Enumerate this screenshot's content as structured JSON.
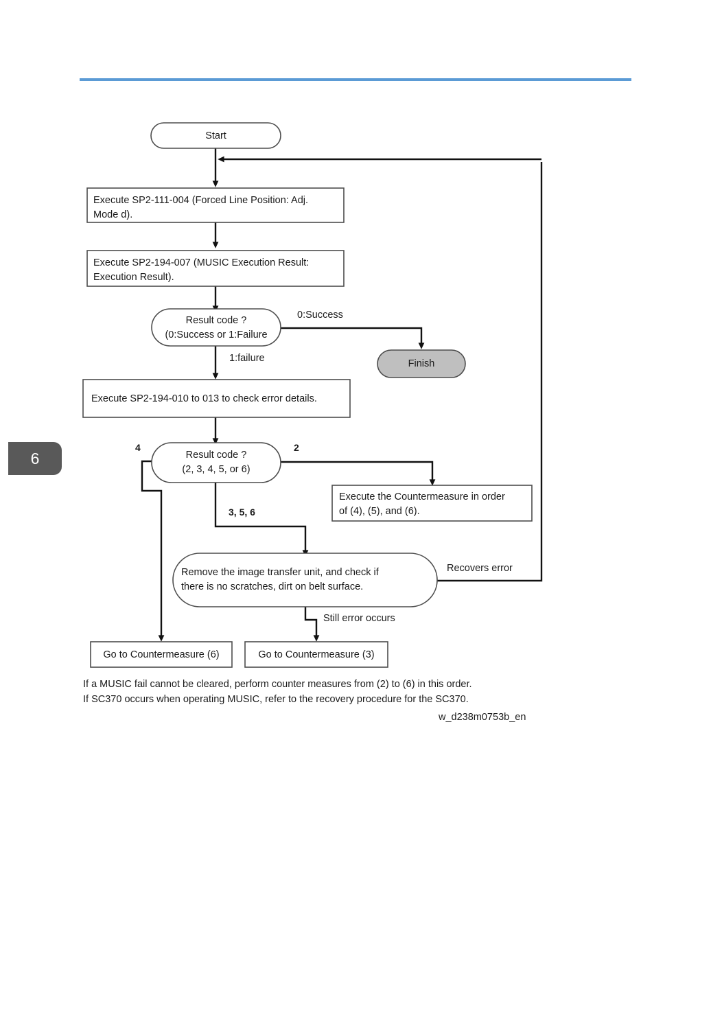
{
  "page": {
    "chapter_badge": "6",
    "accent_color": "#5b9bd5",
    "badge_color": "#595959",
    "finish_fill": "#bfbfbf"
  },
  "flowchart": {
    "title": "MUSIC execution result troubleshooting flow",
    "nodes": {
      "start": {
        "label": "Start",
        "shape": "stadium"
      },
      "step_forced_line": {
        "label": "Execute SP2-111-004 (Forced Line Position: Adj.\nMode d).",
        "shape": "rect"
      },
      "step_music_result": {
        "label": "Execute SP2-194-007 (MUSIC Execution Result:\nExecution Result).",
        "shape": "rect"
      },
      "decision_result_code_1": {
        "label": "Result code ?\n(0:Success or 1:Failure",
        "shape": "stadium"
      },
      "finish": {
        "label": "Finish",
        "shape": "stadium"
      },
      "step_error_details": {
        "label": "Execute SP2-194-010 to 013 to check error details.",
        "shape": "rect"
      },
      "decision_result_code_2": {
        "label": "Result code ?\n(2, 3, 4, 5, or 6)",
        "shape": "stadium"
      },
      "step_countermeasure_order": {
        "label": "Execute the  Countermeasure in order\nof  (4), (5), and (6).",
        "shape": "rect"
      },
      "step_remove_itu": {
        "label": "Remove the image transfer unit,  and check if\nthere is no scratches, dirt on belt surface.",
        "shape": "stadium"
      },
      "goto_cm6": {
        "label": "Go to Countermeasure (6)",
        "shape": "rect"
      },
      "goto_cm3": {
        "label": "Go to Countermeasure (3)",
        "shape": "rect"
      }
    },
    "edge_labels": {
      "success": "0:Success",
      "failure": "1:failure",
      "branch_4": "4",
      "branch_2": "2",
      "branch_356": "3, 5, 6",
      "recovers_error": "Recovers error",
      "still_error": "Still error occurs"
    }
  },
  "footnote": "If a MUSIC fail cannot be cleared, perform counter measures from (2) to (6) in this order.\nIf SC370 occurs when operating MUSIC, refer to the recovery procedure for the SC370.",
  "figure_id": "w_d238m0753b_en"
}
